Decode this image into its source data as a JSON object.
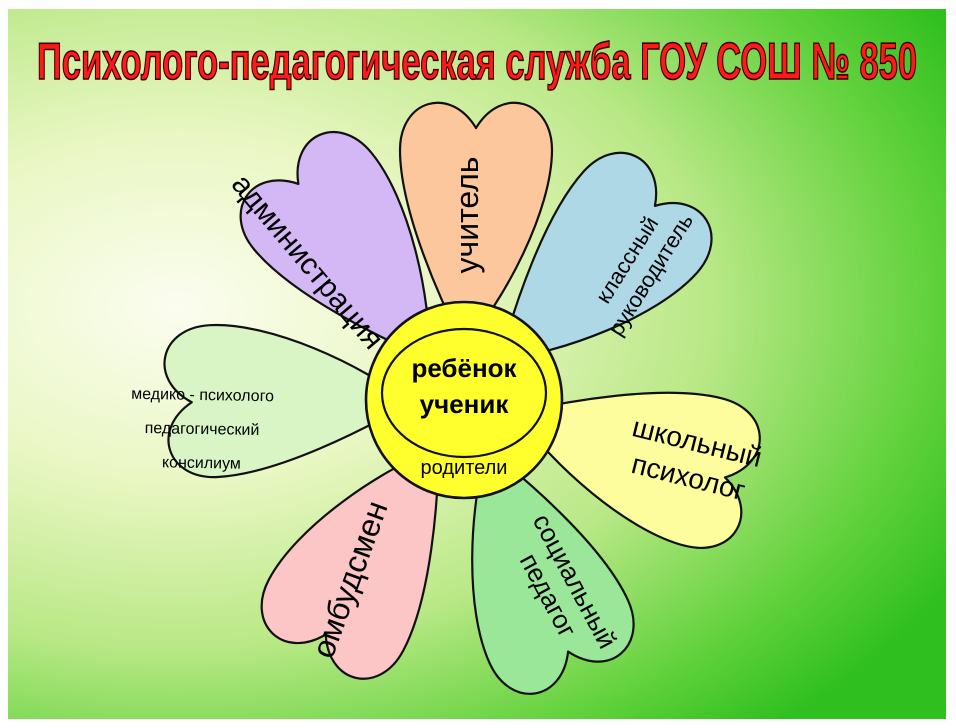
{
  "title": "Психолого-педагогическая служба ГОУ СОШ № 850",
  "center": {
    "line1": "ребёнок",
    "line2": "ученик",
    "parents": "родители"
  },
  "petals": {
    "teacher": "учитель",
    "class_teacher_1": "классный",
    "class_teacher_2": "руководитель",
    "administration": "администрация",
    "council_1": "медико - психолого",
    "council_2": "педагогический",
    "council_3": "консилиум",
    "psychologist_1": "школьный",
    "psychologist_2": "психолог",
    "ombudsman": "омбудсмен",
    "social_pedagogue_1": "социальный",
    "social_pedagogue_2": "педагог"
  },
  "colors": {
    "title_fill": "#ff1a1a",
    "teacher_petal": "#fcc79c",
    "class_teacher_petal": "#aed8e6",
    "administration_petal": "#d4b8f6",
    "council_petal": "#d9f5c6",
    "psychologist_petal": "#fdfd9e",
    "ombudsman_petal": "#fcc6c6",
    "social_petal": "#9ae79a",
    "center": "#ffff2e"
  }
}
